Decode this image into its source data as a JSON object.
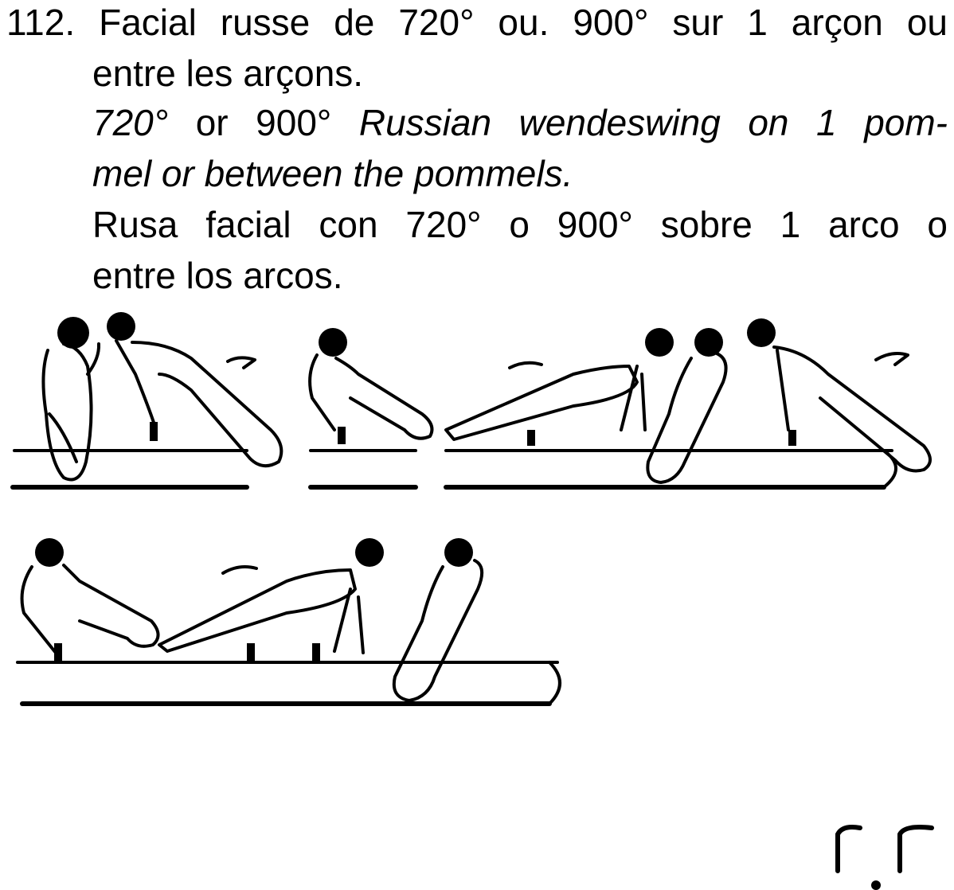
{
  "element": {
    "number": "112.",
    "french": "Facial russe de 720° ou. 900° sur 1 arçon ou",
    "french_cont": "entre les arçons.",
    "english_a": "720°",
    "english_b": " or 900° ",
    "english_c": "Russian wendeswing on 1 pom-",
    "english_cont": "mel or between the pommels.",
    "spanish": "Rusa facial con 720° o  900° sobre 1 arco o",
    "spanish_cont": "entre los arcos."
  },
  "illustration": {
    "icon": "pommel-horse-russian-wendeswing-sequence"
  },
  "corner_mark": {
    "icon": "page-corner-symbol"
  }
}
